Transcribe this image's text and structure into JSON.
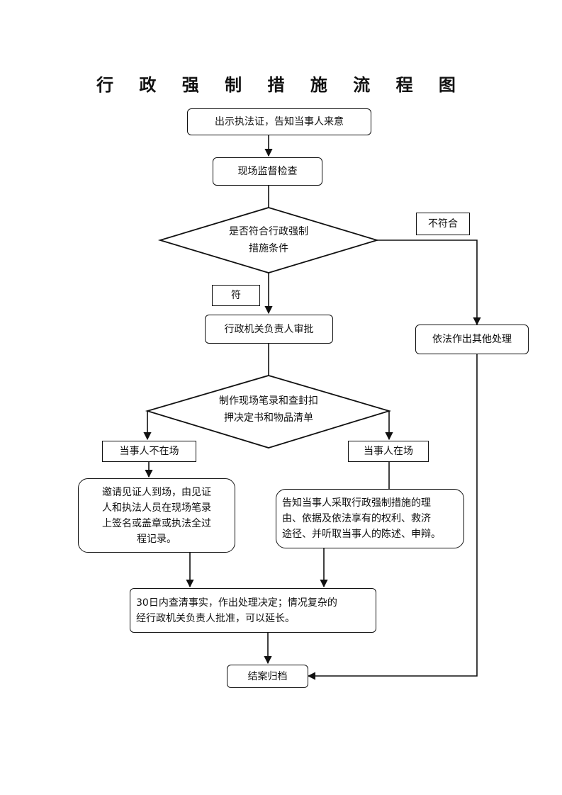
{
  "title": "行 政 强 制 措 施 流 程 图",
  "steps": {
    "show_credentials": "出示执法证，告知当事人来意",
    "site_inspection": "现场监督检查",
    "decision_conditions": "是否符合行政强制\n措施条件",
    "not_met": "不符合",
    "met": "符",
    "approval": "行政机关负责人审批",
    "other_handling": "依法作出其他处理",
    "make_record": "制作现场笔录和查封扣\n押决定书和物品清单",
    "party_absent": "当事人不在场",
    "party_present": "当事人在场",
    "invite_witness": "邀请见证人到场，由见证\n人和执法人员在现场笔录\n上签名或盖章或执法全过\n程记录。",
    "notify_party": "告知当事人采取行政强制措施的理\n由、依据及依法享有的权利、救济\n途径、并听取当事人的陈述、申辩。",
    "investigate_30_days": "30日内查清事实，作出处理决定；情况复杂的\n经行政机关负责人批准，可以延长。",
    "close_archive": "结案归档"
  }
}
